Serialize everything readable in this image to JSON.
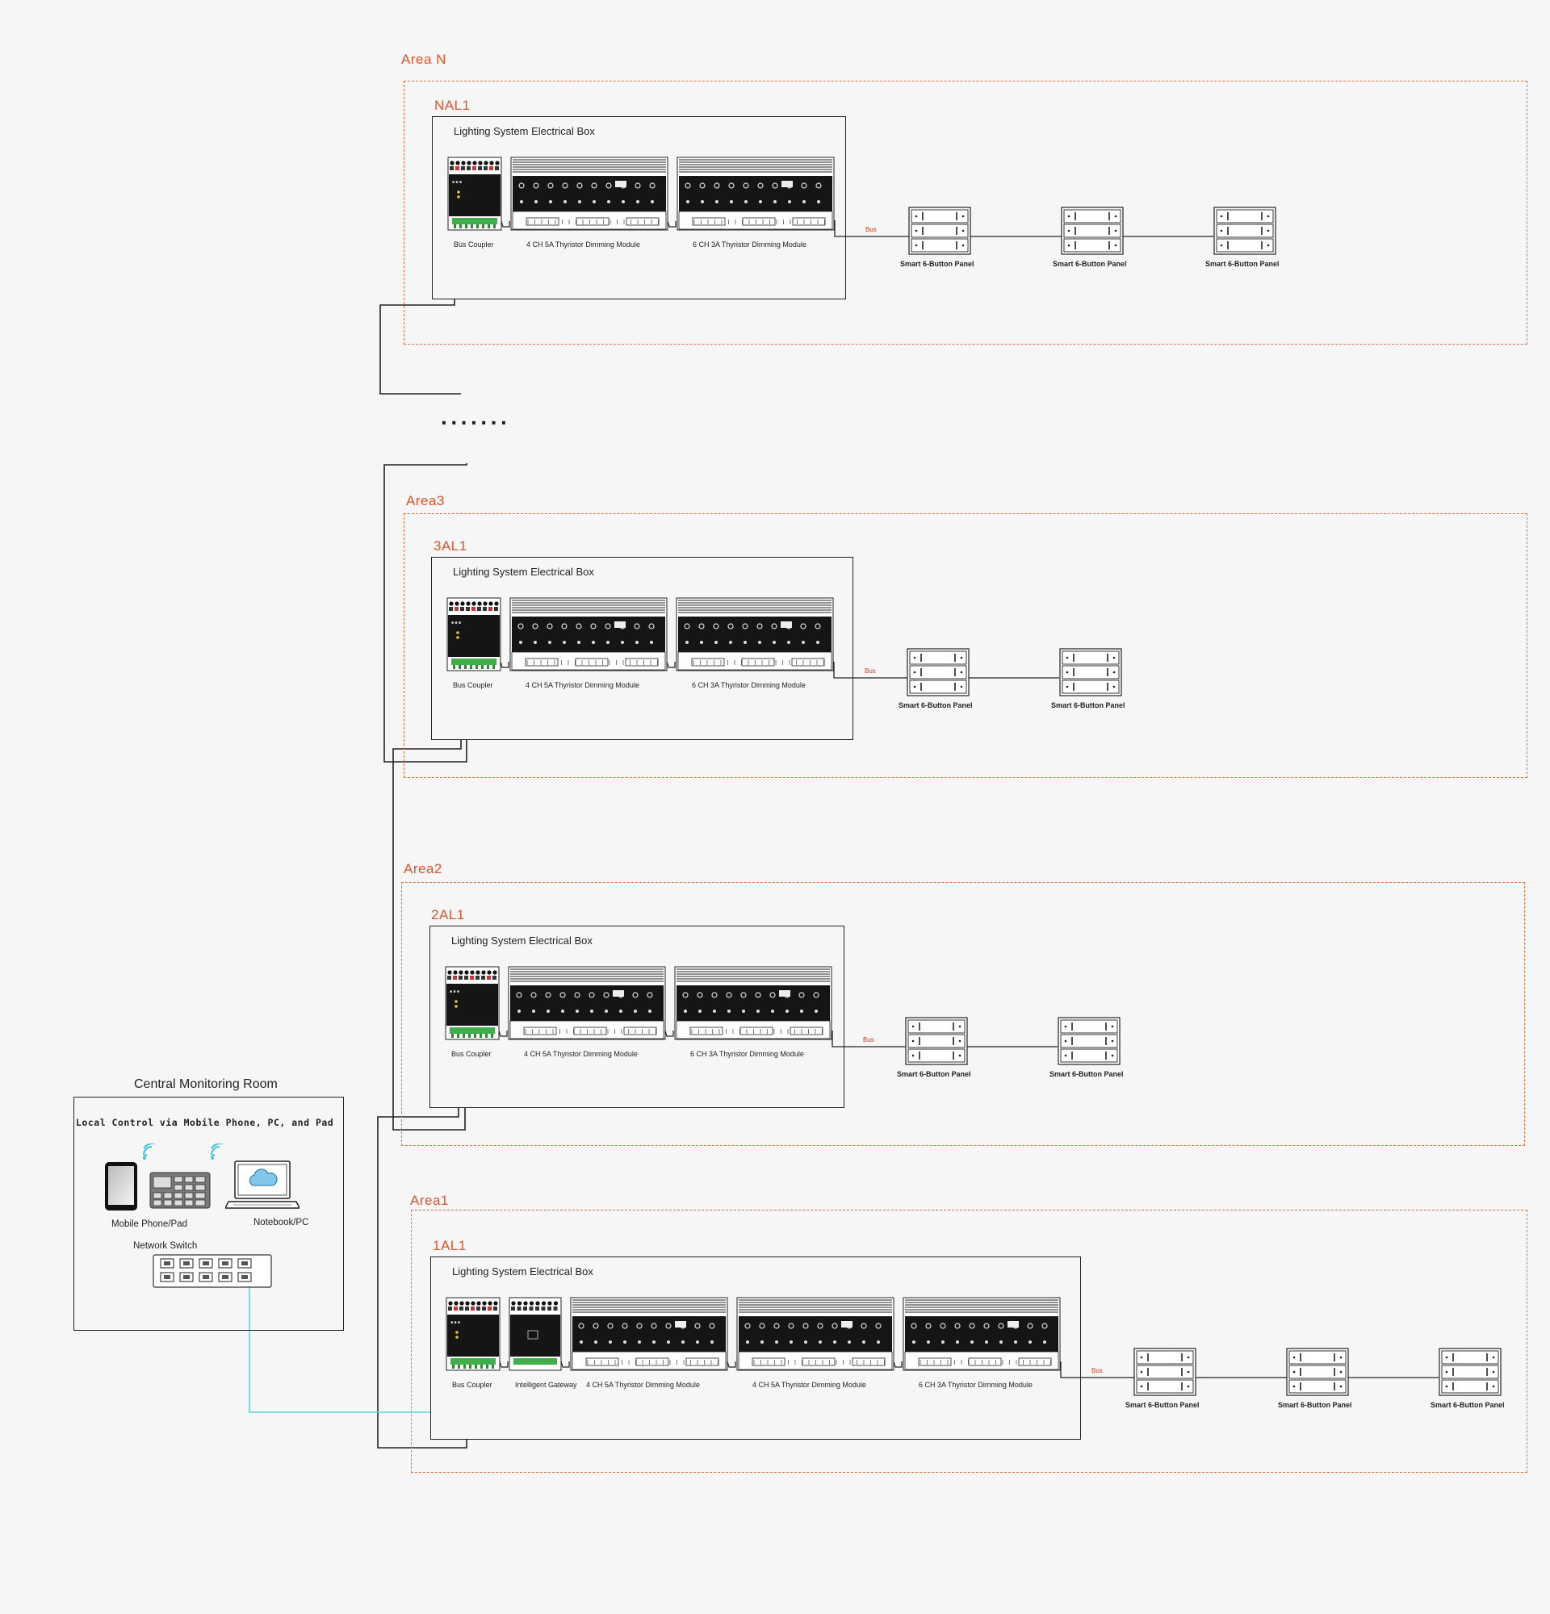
{
  "colors": {
    "area_orange": "#e8703a",
    "area_label": "#e0542b",
    "bus_red": "#d9361f",
    "ip_cyan": "#5fd0de",
    "line_black": "#222222",
    "background": "#f5f6f5"
  },
  "continuation_marker": "·······",
  "areas": [
    {
      "label": "Area N",
      "box_id": "NAL1",
      "box_title": "Lighting System Electrical Box",
      "modules": [
        {
          "kind": "bus-coupler",
          "label": "Bus Coupler"
        },
        {
          "kind": "dimmer",
          "label": "4 CH 5A Thyristor Dimming Module"
        },
        {
          "kind": "dimmer",
          "label": "6 CH 3A Thyristor Dimming Module"
        }
      ],
      "bus_label": "Bus",
      "panels": [
        "Smart 6-Button Panel",
        "Smart 6-Button Panel",
        "Smart 6-Button Panel"
      ]
    },
    {
      "label": "Area3",
      "box_id": "3AL1",
      "box_title": "Lighting System Electrical Box",
      "modules": [
        {
          "kind": "bus-coupler",
          "label": "Bus Coupler"
        },
        {
          "kind": "dimmer",
          "label": "4 CH 5A Thyristor Dimming Module"
        },
        {
          "kind": "dimmer",
          "label": "6 CH 3A Thyristor Dimming Module"
        }
      ],
      "bus_label": "Bus",
      "panels": [
        "Smart 6-Button Panel",
        "Smart 6-Button Panel"
      ]
    },
    {
      "label": "Area2",
      "box_id": "2AL1",
      "box_title": "Lighting System Electrical Box",
      "modules": [
        {
          "kind": "bus-coupler",
          "label": "Bus Coupler"
        },
        {
          "kind": "dimmer",
          "label": "4 CH 5A Thyristor Dimming Module"
        },
        {
          "kind": "dimmer",
          "label": "6 CH 3A Thyristor Dimming Module"
        }
      ],
      "bus_label": "Bus",
      "panels": [
        "Smart 6-Button Panel",
        "Smart 6-Button Panel"
      ]
    },
    {
      "label": "Area1",
      "box_id": "1AL1",
      "box_title": "Lighting System Electrical Box",
      "modules": [
        {
          "kind": "bus-coupler",
          "label": "Bus Coupler"
        },
        {
          "kind": "gateway",
          "label": "Intelligent Gateway"
        },
        {
          "kind": "dimmer",
          "label": "4 CH 5A Thyristor Dimming Module"
        },
        {
          "kind": "dimmer",
          "label": "4 CH 5A Thyristor Dimming Module"
        },
        {
          "kind": "dimmer",
          "label": "6 CH 3A Thyristor Dimming Module"
        }
      ],
      "bus_label": "Bus",
      "panels": [
        "Smart 6-Button Panel",
        "Smart 6-Button Panel",
        "Smart 6-Button Panel"
      ]
    }
  ],
  "central_room": {
    "title": "Central Monitoring Room",
    "subtitle": "Local Control via Mobile Phone, PC, and Pad",
    "mobile_label": "Mobile Phone/Pad",
    "notebook_label": "Notebook/PC",
    "switch_label": "Network Switch"
  }
}
